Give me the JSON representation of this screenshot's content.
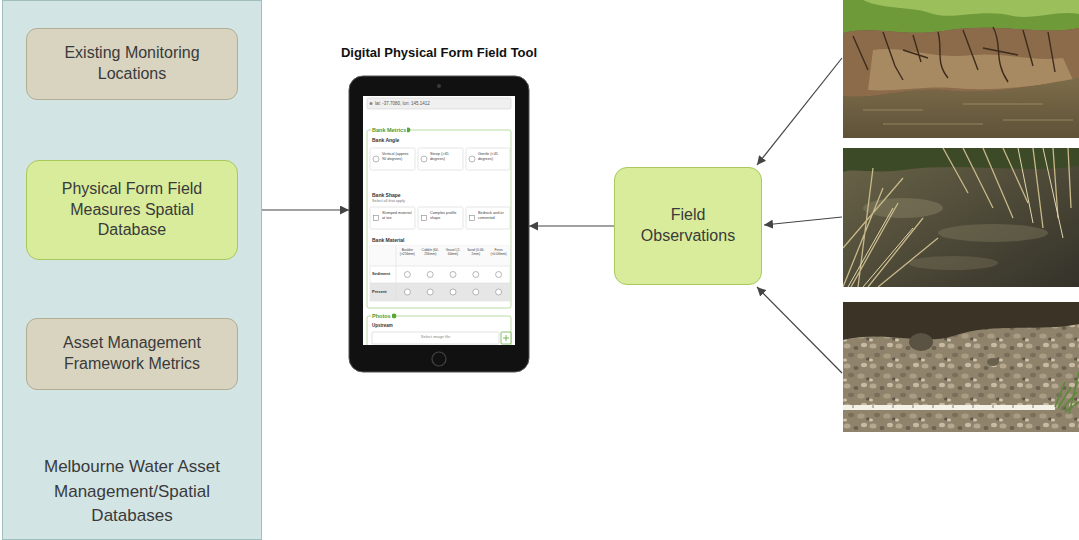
{
  "diagram": {
    "nodes": [
      {
        "text": [
          "Melbourne Water Asset Management/Spatial Databases"
        ]
      },
      {
        "text": [
          "Existing Monitoring Locations"
        ],
        "in": 0
      },
      {
        "text": [
          "Physical Form Field Measures Spatial Database"
        ],
        "in": 0
      },
      {
        "text": [
          "Asset Management Framework Metrics"
        ],
        "in": 0
      },
      {
        "text": [
          "Digital Physical Form Field Tool"
        ]
      },
      {
        "text": [
          "Field Observations"
        ]
      }
    ],
    "edges": [
      {
        "from": 1,
        "to": 2,
        "arrow": "to"
      },
      {
        "from": 3,
        "to": 2,
        "arrow": "to"
      },
      {
        "from": 2,
        "to": 4,
        "arrow": "both"
      },
      {
        "from": 5,
        "to": 4,
        "arrow": "to"
      }
    ],
    "labels": [
      "lat: -37.7080, lon: 145.1412",
      "Bank Metrics",
      "Bank Angle",
      "Vertical (approx 90 degrees)",
      "Steep (>45 degrees)",
      "Gentle (<45 degrees)",
      "Bank Shape",
      "Select all that apply",
      "Slumped material at toe",
      "Complex profile shape",
      "Bedrock and or cemented",
      "Bank Material",
      "Boulder (>256mm)",
      "Cobble (64-256mm)",
      "Gravel (2-64mm)",
      "Sand (0.06-2mm)",
      "Fines (<0.06mm)",
      "Sediment",
      "Present",
      "Photos",
      "Upstream",
      "Select image file"
    ]
  }
}
